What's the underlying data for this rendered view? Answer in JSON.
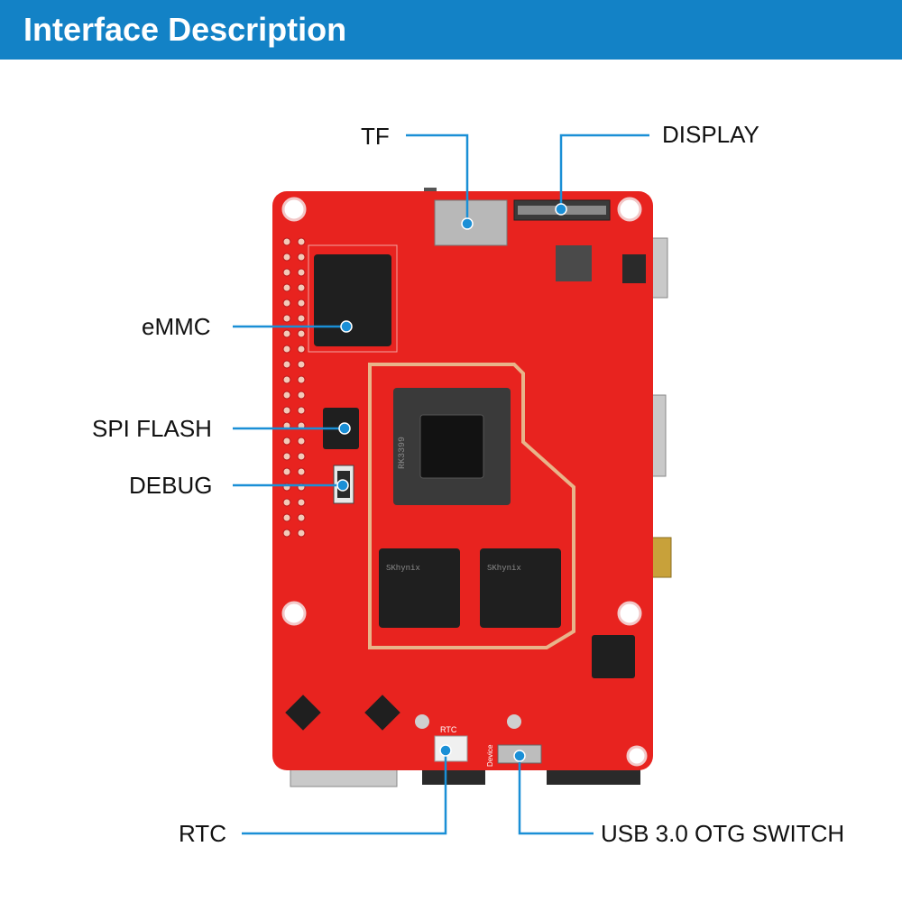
{
  "header": {
    "title": "Interface Description"
  },
  "labels": {
    "tf": "TF",
    "display": "DISPLAY",
    "emmc": "eMMC",
    "spi_flash": "SPI FLASH",
    "debug": "DEBUG",
    "rtc": "RTC",
    "usb_otg_switch": "USB 3.0 OTG SWITCH"
  },
  "chip_markings": {
    "soc": "RK3399",
    "ram_left": "SKhynix",
    "ram_right": "SKhynix",
    "connector_rtc": "RTC",
    "switch_label": "Device"
  },
  "colors": {
    "header": "#1382c6",
    "board": "#e8231f",
    "callout": "#1a8fd6"
  }
}
